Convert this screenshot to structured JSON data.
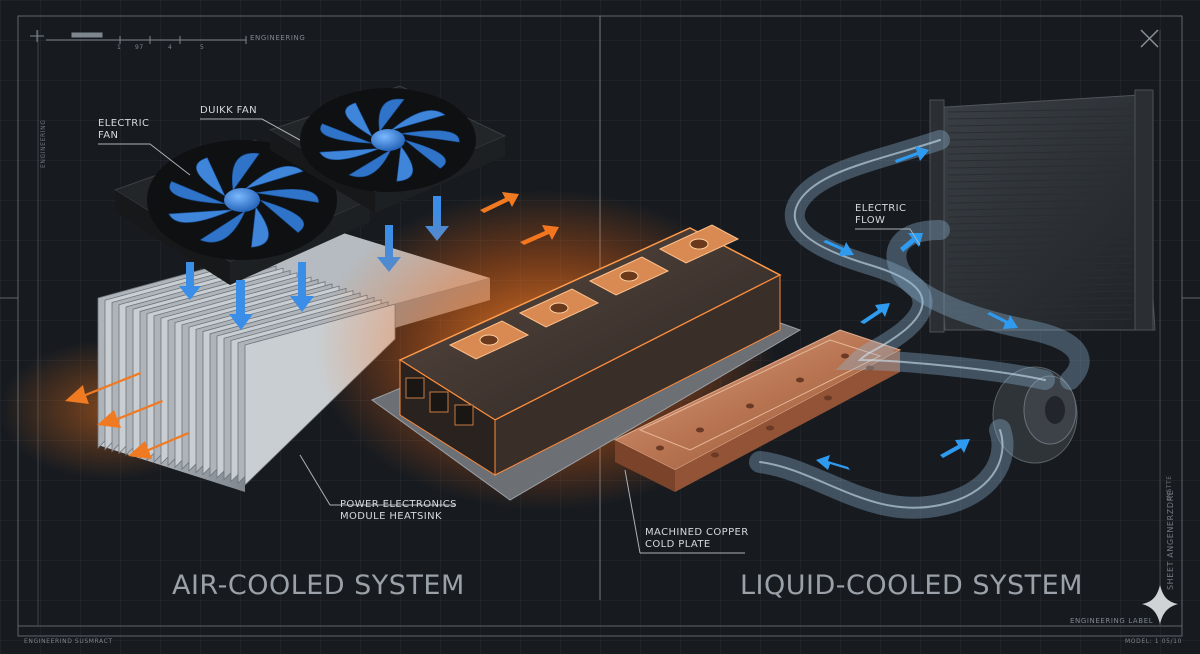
{
  "header": {
    "label": "ENGINEERING",
    "scale_marks": [
      "1",
      "97",
      "4",
      "5"
    ]
  },
  "left_side": {
    "vertical_label": "ENGINEERING",
    "callouts": {
      "electric_fan": [
        "ELECTRIC",
        "FAN"
      ],
      "duikk_fan": "DUIKK FAN",
      "module": [
        "POWER ELECTRONICS",
        "MODULE HEATSINK"
      ]
    },
    "system_title": "AIR-COOLED SYSTEM"
  },
  "right_side": {
    "callouts": {
      "flow": [
        "ELECTRIC",
        "FLOW"
      ],
      "cold_plate": [
        "MACHINED COPPER",
        "COLD PLATE"
      ]
    },
    "system_title": "LIQUID-COOLED SYSTEM",
    "vertical_label_1": "INSTTE",
    "vertical_label_2": "SHEET ANGENERZDRE",
    "engineering_label": "ENGINEERING LABEL"
  },
  "footer": {
    "left": "ENGINEERIND SUSMRACT",
    "right": "MODEL: 1 05/10"
  },
  "colors": {
    "background": "#171b20",
    "air_arrow": "#3a8ee8",
    "hot_arrow": "#f07a22",
    "copper": "#b8734f",
    "glow": "#ff7a1a",
    "coolant_tube": "#8fb8d8"
  },
  "icons": [
    "close-icon",
    "sparkle-icon"
  ]
}
